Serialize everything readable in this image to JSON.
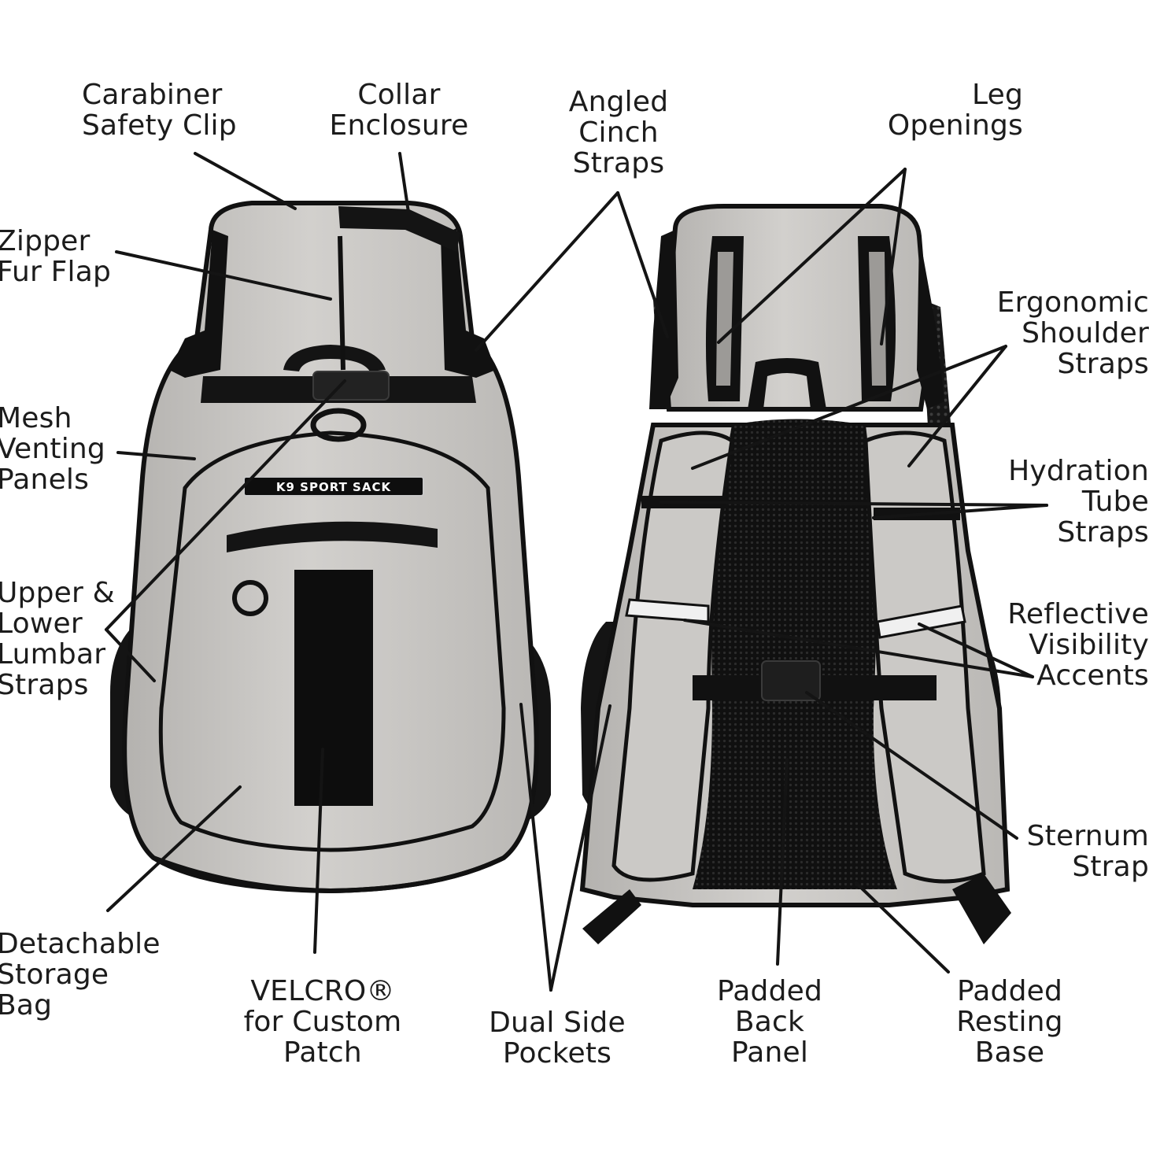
{
  "brand_patch": "K9 SPORT SACK",
  "colors": {
    "bag_body": "#c9c7c4",
    "bag_trim": "#111111",
    "label_text": "#1c1c1c",
    "leader_line": "#141414"
  },
  "labels": {
    "carabiner": "Carabiner\nSafety Clip",
    "collar": "Collar\nEnclosure",
    "angled_cinch": "Angled\nCinch\nStraps",
    "leg_openings": "Leg\nOpenings",
    "zipper_fur": "Zipper\nFur Flap",
    "ergonomic": "Ergonomic\nShoulder\nStraps",
    "mesh": "Mesh\nVenting\nPanels",
    "hydration": "Hydration\nTube\nStraps",
    "lumbar": "Upper &\nLower\nLumbar\nStraps",
    "reflective": "Reflective\nVisibility\nAccents",
    "sternum": "Sternum\nStrap",
    "detachable": "Detachable\nStorage\nBag",
    "velcro": "VELCRO®\nfor Custom\nPatch",
    "dual_side": "Dual Side\nPockets",
    "padded_back": "Padded\nBack\nPanel",
    "padded_resting": "Padded\nResting\nBase"
  }
}
